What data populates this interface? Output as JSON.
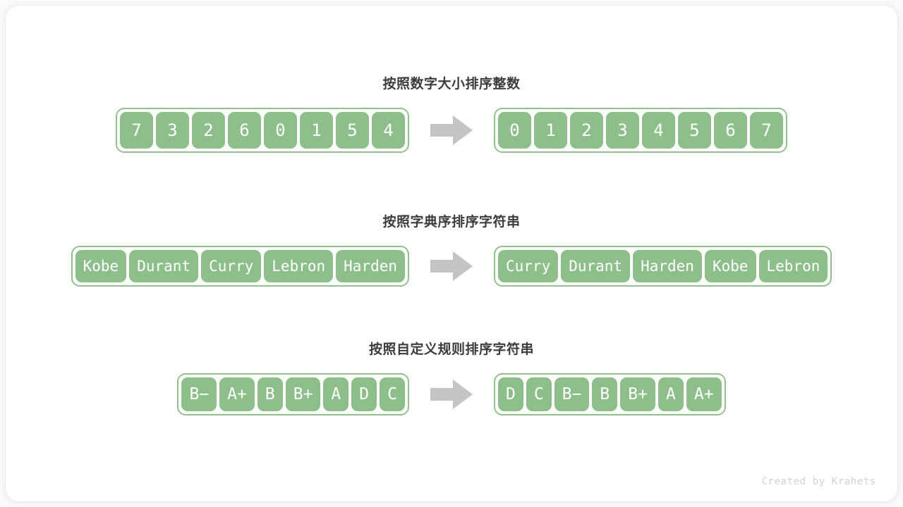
{
  "page": {
    "background": "#fbfbfb",
    "card_background": "#ffffff",
    "accent_green": "#8dbf8a",
    "frame_green": "#92c08e",
    "arrow_color": "#c4c4c4",
    "title_color": "#3c3c3c",
    "footer_color": "#d2d2d2"
  },
  "sections": [
    {
      "title": "按照数字大小排序整数",
      "arrow_icon": "right-arrow-icon",
      "input": [
        "7",
        "3",
        "2",
        "6",
        "0",
        "1",
        "5",
        "4"
      ],
      "output": [
        "0",
        "1",
        "2",
        "3",
        "4",
        "5",
        "6",
        "7"
      ]
    },
    {
      "title": "按照字典序排序字符串",
      "arrow_icon": "right-arrow-icon",
      "input": [
        "Kobe",
        "Durant",
        "Curry",
        "Lebron",
        "Harden"
      ],
      "output": [
        "Curry",
        "Durant",
        "Harden",
        "Kobe",
        "Lebron"
      ]
    },
    {
      "title": "按照自定义规则排序字符串",
      "arrow_icon": "right-arrow-icon",
      "input": [
        "B−",
        "A+",
        "B",
        "B+",
        "A",
        "D",
        "C"
      ],
      "output": [
        "D",
        "C",
        "B−",
        "B",
        "B+",
        "A",
        "A+"
      ]
    }
  ],
  "footer": {
    "credit": "Created by Krahets"
  }
}
